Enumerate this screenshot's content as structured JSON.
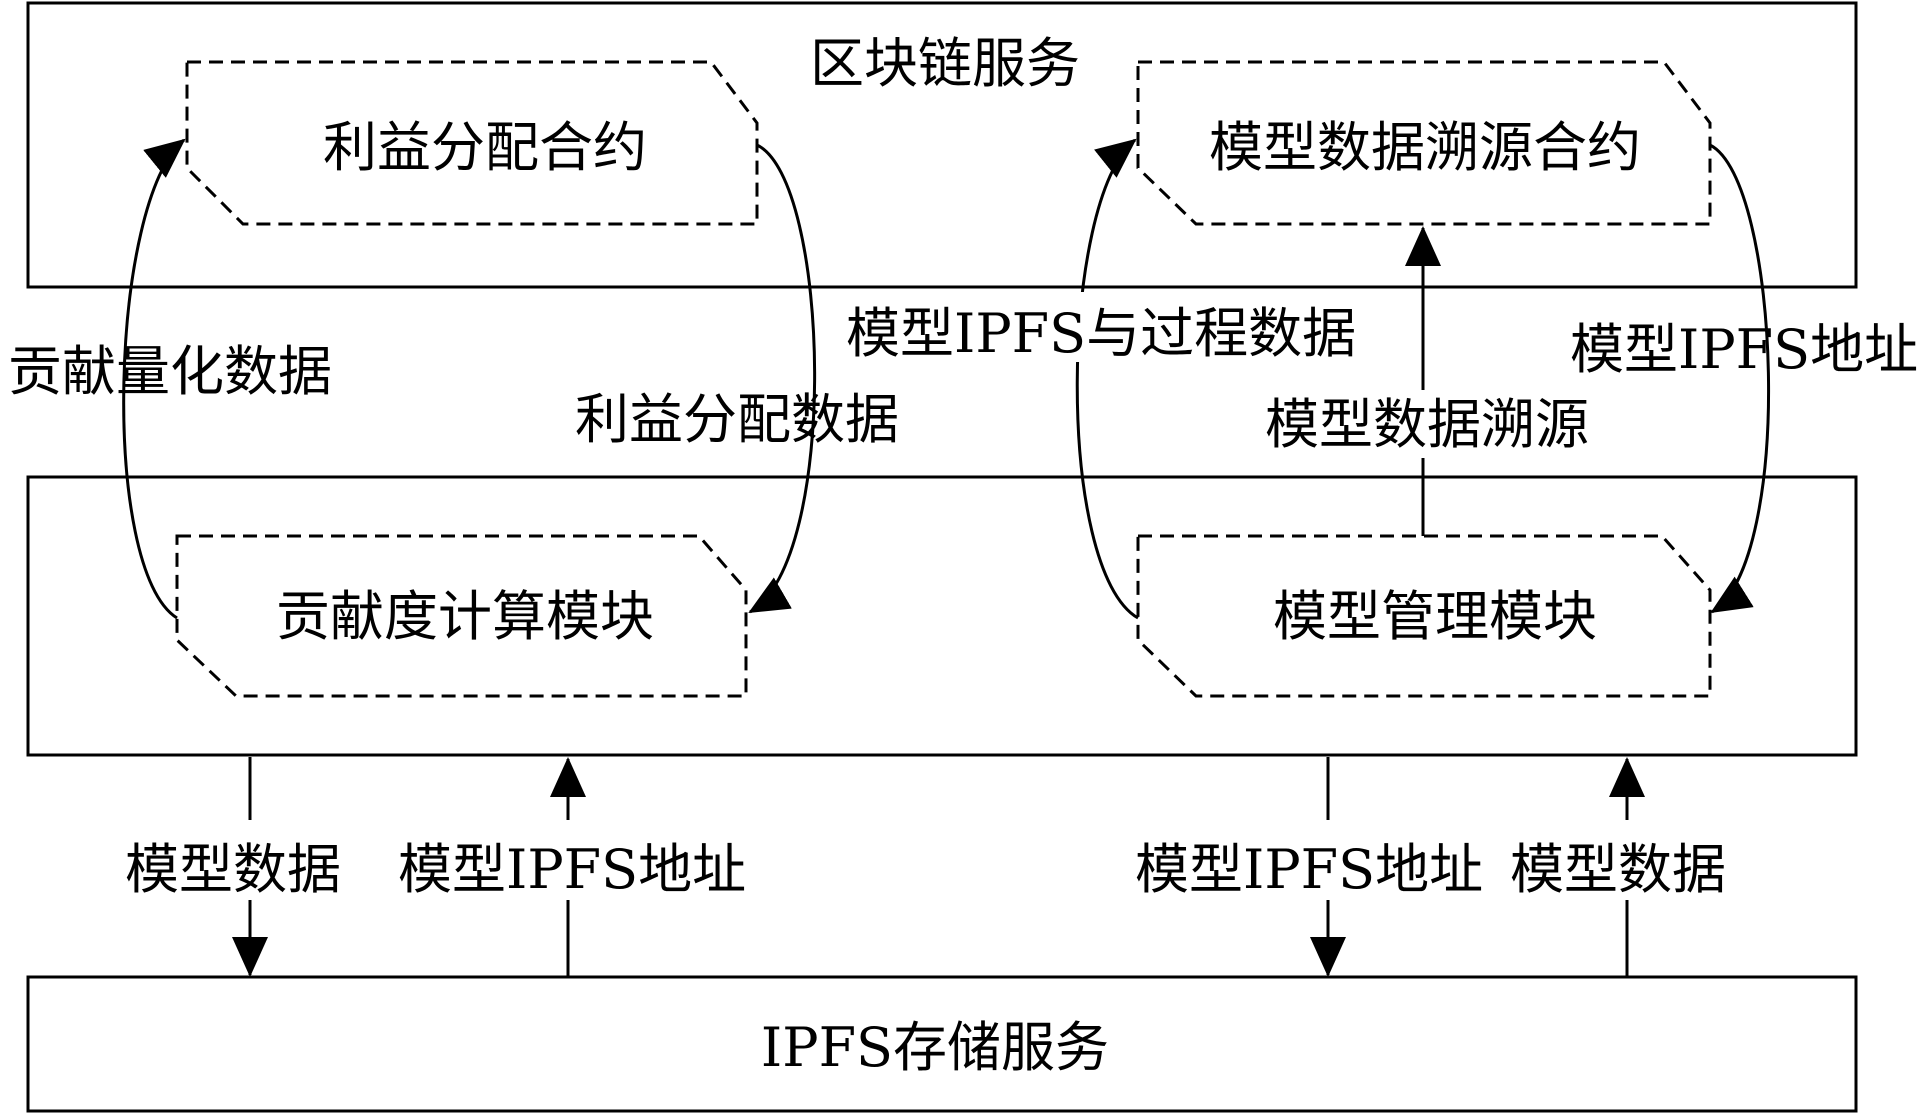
{
  "blockchain": {
    "title": "区块链服务",
    "profit_contract": "利益分配合约",
    "trace_contract": "模型数据溯源合约"
  },
  "middle": {
    "contribution_module": "贡献度计算模块",
    "model_module": "模型管理模块"
  },
  "storage": {
    "title": "IPFS存储服务"
  },
  "arrows": {
    "contribution_data": "贡献量化数据",
    "profit_data": "利益分配数据",
    "model_ipfs_process": "模型IPFS与过程数据",
    "model_trace": "模型数据溯源",
    "model_ipfs_address_top": "模型IPFS地址",
    "model_data_left": "模型数据",
    "model_ipfs_address_left": "模型IPFS地址",
    "model_ipfs_address_right": "模型IPFS地址",
    "model_data_right": "模型数据"
  }
}
